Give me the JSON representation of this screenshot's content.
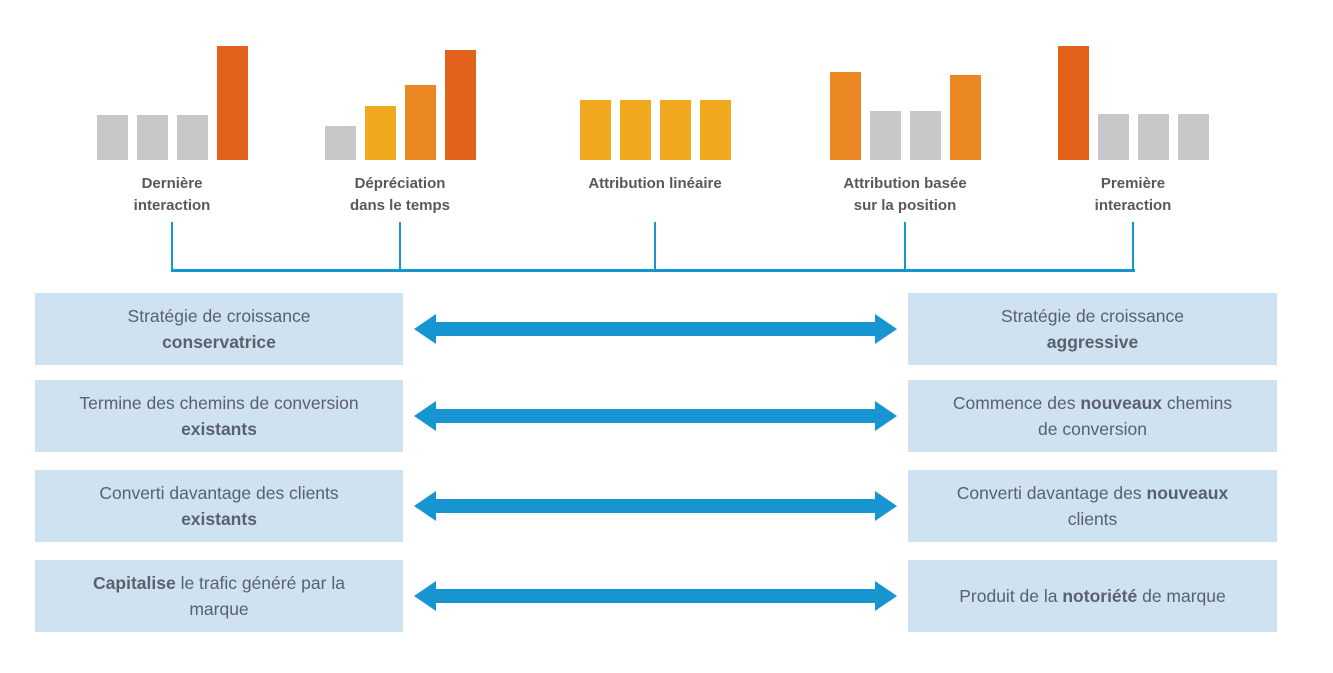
{
  "colors": {
    "dark_orange": "#E2611B",
    "orange": "#EB8723",
    "amber": "#F0A81F",
    "gray": "#C8C8CA",
    "blue": "#1795D1",
    "box_bg": "#CFE2F1",
    "box_text": "#59626C",
    "label_text": "#595959"
  },
  "models": [
    {
      "label_lines": [
        "Dernière",
        "interaction"
      ],
      "bars": [
        {
          "height": 45,
          "color": "gray"
        },
        {
          "height": 45,
          "color": "gray"
        },
        {
          "height": 45,
          "color": "gray"
        },
        {
          "height": 114,
          "color": "dark_orange"
        }
      ]
    },
    {
      "label_lines": [
        "Dépréciation",
        "dans le temps"
      ],
      "bars": [
        {
          "height": 34,
          "color": "gray"
        },
        {
          "height": 54,
          "color": "amber"
        },
        {
          "height": 75,
          "color": "orange"
        },
        {
          "height": 110,
          "color": "dark_orange"
        }
      ]
    },
    {
      "label_lines": [
        "Attribution linéaire"
      ],
      "bars": [
        {
          "height": 60,
          "color": "amber"
        },
        {
          "height": 60,
          "color": "amber"
        },
        {
          "height": 60,
          "color": "amber"
        },
        {
          "height": 60,
          "color": "amber"
        }
      ]
    },
    {
      "label_lines": [
        "Attribution basée",
        "sur la position"
      ],
      "bars": [
        {
          "height": 88,
          "color": "orange"
        },
        {
          "height": 49,
          "color": "gray"
        },
        {
          "height": 49,
          "color": "gray"
        },
        {
          "height": 85,
          "color": "orange"
        }
      ]
    },
    {
      "label_lines": [
        "Première",
        "interaction"
      ],
      "bars": [
        {
          "height": 114,
          "color": "dark_orange"
        },
        {
          "height": 46,
          "color": "gray"
        },
        {
          "height": 46,
          "color": "gray"
        },
        {
          "height": 46,
          "color": "gray"
        }
      ]
    }
  ],
  "rows": [
    {
      "left": [
        {
          "text": "Stratégie de croissance",
          "bold": false
        },
        {
          "br": true
        },
        {
          "text": "conservatrice",
          "bold": true
        }
      ],
      "right": [
        {
          "text": "Stratégie de croissance",
          "bold": false
        },
        {
          "br": true
        },
        {
          "text": "aggressive",
          "bold": true
        }
      ]
    },
    {
      "left": [
        {
          "text": "Termine des chemins de conversion",
          "bold": false
        },
        {
          "br": true
        },
        {
          "text": "existants",
          "bold": true
        }
      ],
      "right": [
        {
          "text": "Commence des ",
          "bold": false
        },
        {
          "text": "nouveaux",
          "bold": true
        },
        {
          "text": " chemins",
          "bold": false
        },
        {
          "br": true
        },
        {
          "text": "de conversion",
          "bold": false
        }
      ]
    },
    {
      "left": [
        {
          "text": "Converti davantage des clients",
          "bold": false
        },
        {
          "br": true
        },
        {
          "text": "existants",
          "bold": true
        }
      ],
      "right": [
        {
          "text": "Converti davantage des ",
          "bold": false
        },
        {
          "text": "nouveaux",
          "bold": true
        },
        {
          "br": true
        },
        {
          "text": "clients",
          "bold": false
        }
      ]
    },
    {
      "left": [
        {
          "text": "Capitalise",
          "bold": true
        },
        {
          "text": " le trafic généré par la",
          "bold": false
        },
        {
          "br": true
        },
        {
          "text": "marque",
          "bold": false
        }
      ],
      "right": [
        {
          "text": "Produit de la ",
          "bold": false
        },
        {
          "text": "notoriété",
          "bold": true
        },
        {
          "text": " de marque",
          "bold": false
        }
      ]
    }
  ]
}
